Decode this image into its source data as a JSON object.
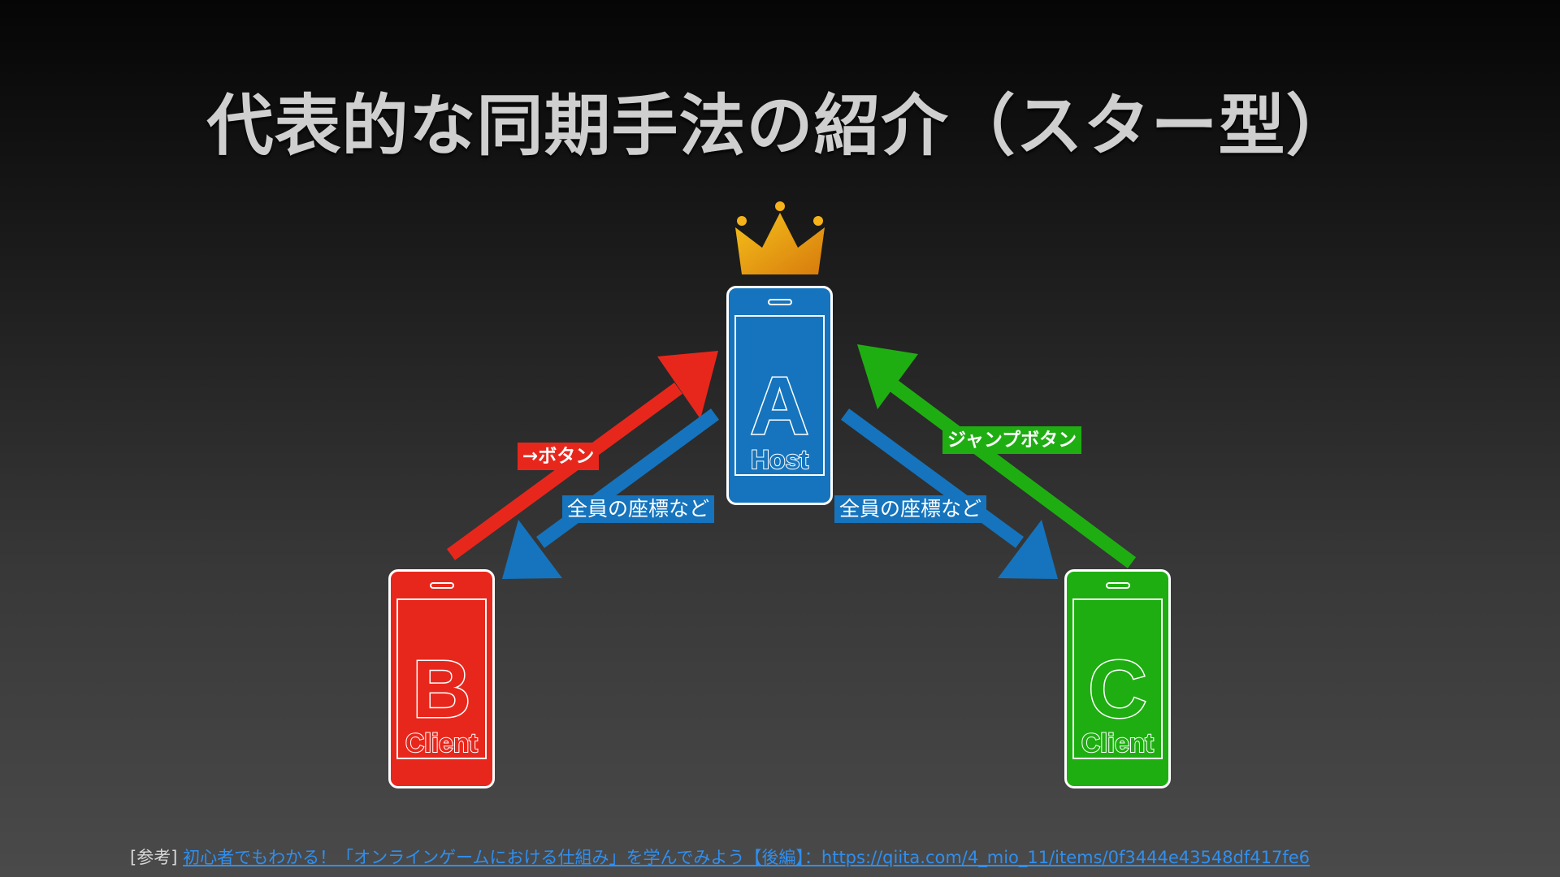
{
  "slide": {
    "title": "代表的な同期手法の紹介（スター型）"
  },
  "nodes": {
    "a": {
      "letter": "A",
      "role": "Host",
      "color": "#1574bd",
      "crown": true
    },
    "b": {
      "letter": "B",
      "role": "Client",
      "color": "#e8271c"
    },
    "c": {
      "letter": "C",
      "role": "Client",
      "color": "#1fae12"
    }
  },
  "edges": {
    "b_to_a": {
      "label": "→ボタン",
      "color": "#e8271c"
    },
    "a_to_b": {
      "label": "全員の座標など",
      "color": "#1574bd"
    },
    "a_to_c": {
      "label": "全員の座標など",
      "color": "#1574bd"
    },
    "c_to_a": {
      "label": "ジャンプボタン",
      "color": "#1fae12"
    }
  },
  "footer": {
    "prefix": "[参考]",
    "link_text": "初心者でもわかる！「オンラインゲームにおける仕組み」を学んでみよう【後編】：https://qiita.com/4_mio_11/items/0f3444e43548df417fe6"
  }
}
